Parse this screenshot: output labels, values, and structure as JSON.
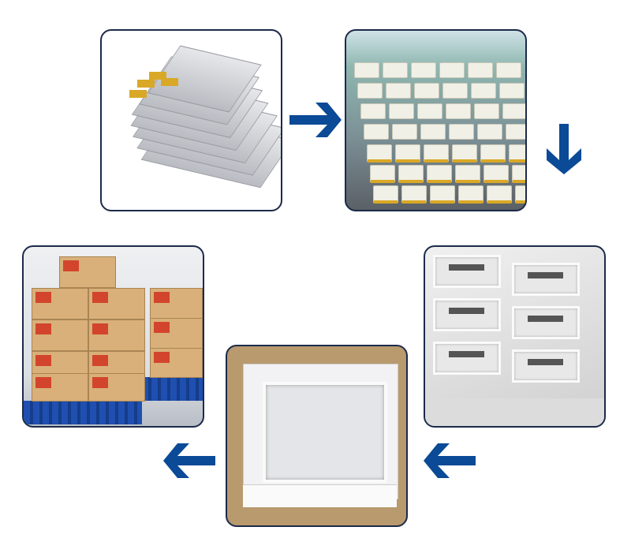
{
  "colors": {
    "arrow": "#0a4a96",
    "frame_border": "#1c2a4a",
    "background": "#ffffff"
  },
  "arrows": [
    {
      "direction": "right",
      "icon": "arrow-right-icon"
    },
    {
      "direction": "down",
      "icon": "arrow-down-icon"
    },
    {
      "direction": "left",
      "icon": "arrow-left-icon"
    },
    {
      "direction": "left",
      "icon": "arrow-left-icon"
    }
  ],
  "steps": [
    "photo-1",
    "photo-2",
    "photo-3",
    "photo-4",
    "photo-5"
  ]
}
